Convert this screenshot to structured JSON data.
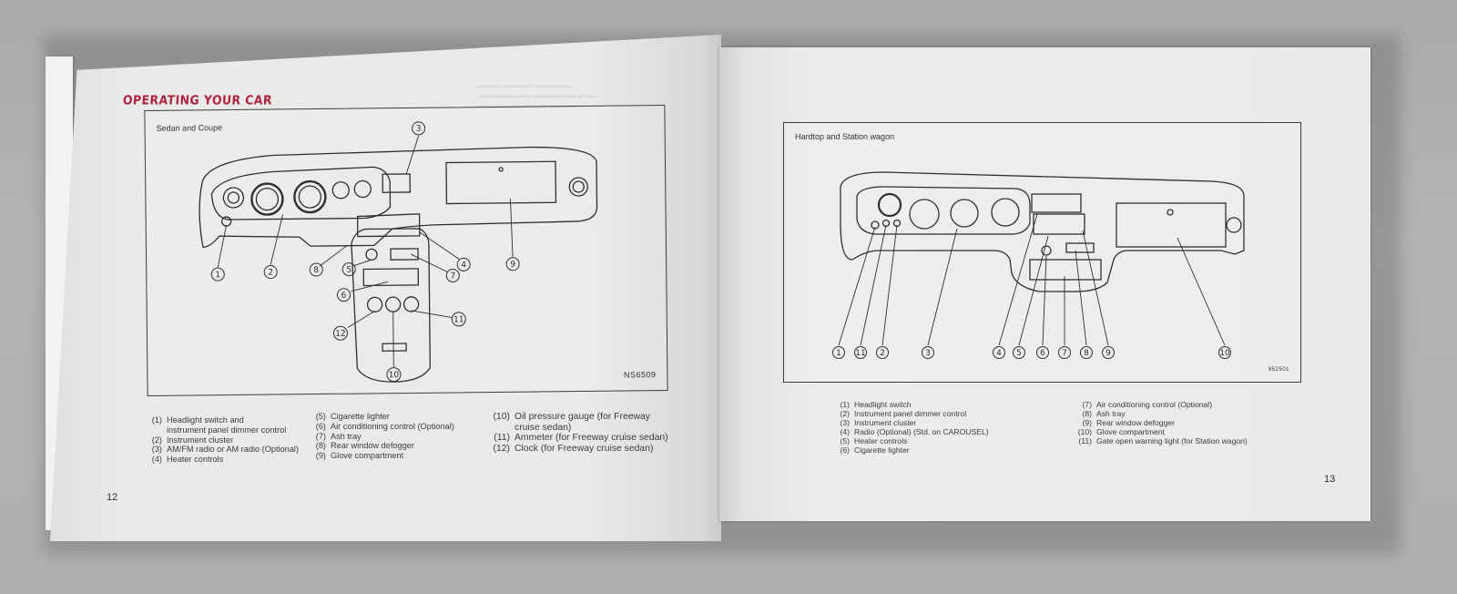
{
  "document": {
    "type": "owner-manual-spread",
    "left_page": {
      "section_heading": "OPERATING YOUR CAR",
      "figure": {
        "title": "Sedan and Coupe",
        "code": "NS6509",
        "callouts": [
          "1",
          "2",
          "3",
          "4",
          "5",
          "6",
          "7",
          "8",
          "9",
          "10",
          "11",
          "12"
        ]
      },
      "legend_columns": [
        [
          {
            "num": "(1)",
            "text": "Headlight switch and",
            "cont": "instrument panel dimmer control"
          },
          {
            "num": "(2)",
            "text": "Instrument cluster"
          },
          {
            "num": "(3)",
            "text": "AM/FM radio or AM radio (Optional)"
          },
          {
            "num": "(4)",
            "text": "Heater controls"
          }
        ],
        [
          {
            "num": "(5)",
            "text": "Cigarette lighter"
          },
          {
            "num": "(6)",
            "text": "Air conditioning control (Optional)"
          },
          {
            "num": "(7)",
            "text": "Ash tray"
          },
          {
            "num": "(8)",
            "text": "Rear window defogger"
          },
          {
            "num": "(9)",
            "text": "Glove compartment"
          }
        ],
        [
          {
            "num": "(10)",
            "text": "Oil pressure gauge (for Freeway",
            "cont": "cruise sedan)"
          },
          {
            "num": "(11)",
            "text": "Ammeter (for Freeway cruise sedan)"
          },
          {
            "num": "(12)",
            "text": "Clock (for Freeway cruise sedan)"
          }
        ]
      ],
      "page_number": "12"
    },
    "right_page": {
      "figure": {
        "title": "Hardtop and Station wagon",
        "code": "852501",
        "callouts": [
          "1",
          "11",
          "2",
          "3",
          "4",
          "5",
          "6",
          "7",
          "8",
          "9",
          "10"
        ]
      },
      "legend_columns": [
        [
          {
            "num": "(1)",
            "text": "Headlight switch"
          },
          {
            "num": "(2)",
            "text": "Instrument panel dimmer control"
          },
          {
            "num": "(3)",
            "text": "Instrument cluster"
          },
          {
            "num": "(4)",
            "text": "Radio (Optional) (Std. on CAROUSEL)"
          },
          {
            "num": "(5)",
            "text": "Heater controls"
          },
          {
            "num": "(6)",
            "text": "Cigarette lighter"
          }
        ],
        [
          {
            "num": "(7)",
            "text": "Air conditioning control (Optional)"
          },
          {
            "num": "(8)",
            "text": "Ash tray"
          },
          {
            "num": "(9)",
            "text": "Rear window defogger"
          },
          {
            "num": "(10)",
            "text": "Glove compartment"
          },
          {
            "num": "(11)",
            "text": "Gate open warning light (for Station wagon)"
          }
        ]
      ],
      "page_number": "13"
    },
    "colors": {
      "heading_red": "#b0243f",
      "ink": "#2d2f2e",
      "paper": "#e8eae8",
      "background": "#aeb0ae"
    }
  }
}
